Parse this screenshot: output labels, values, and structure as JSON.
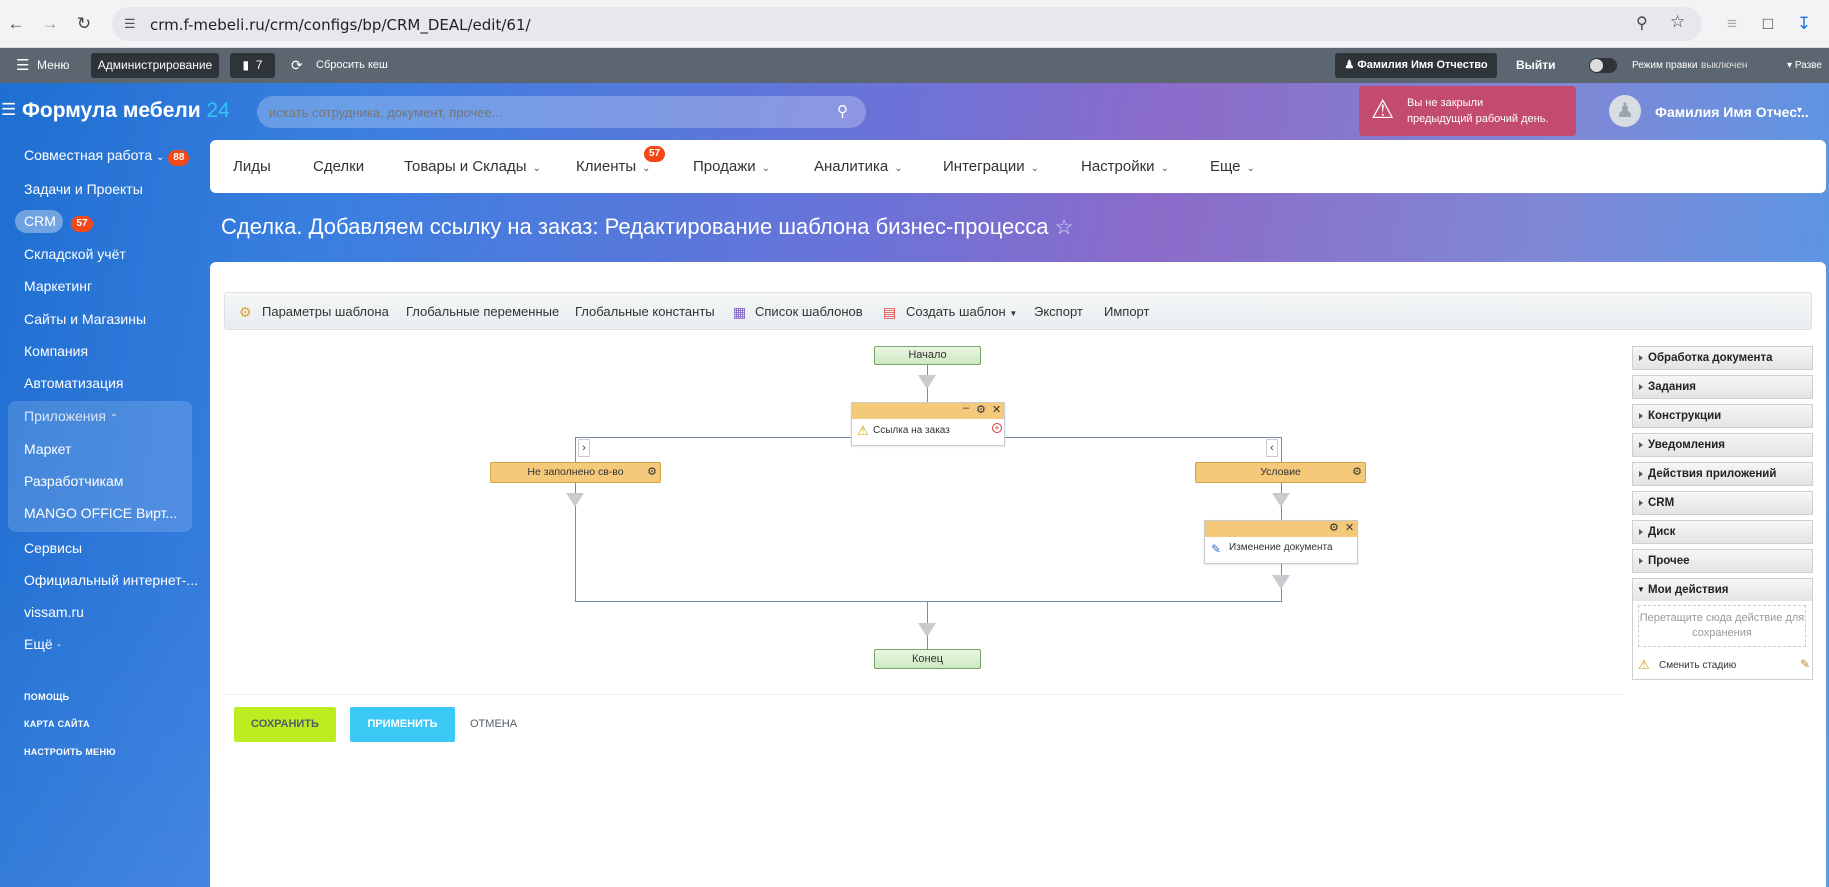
{
  "browser": {
    "url": "crm.f-mebeli.ru/crm/configs/bp/CRM_DEAL/edit/61/",
    "icons": [
      "back-icon",
      "forward-icon",
      "reload-icon",
      "site-info-icon",
      "zoom-icon",
      "bookmark-star-icon",
      "extensions-icon",
      "download-icon"
    ]
  },
  "admin_bar": {
    "menu": "Меню",
    "admin": "Администрирование",
    "notifications_count": "7",
    "reset_cache": "Сбросить кеш",
    "user": "Фамилия Имя Отчество",
    "logout": "Выйти",
    "edit_mode": "Режим правки",
    "edit_mode_state": "выключен",
    "expand": "Разве"
  },
  "header": {
    "logo": "Формула мебели",
    "logo_suffix": "24",
    "search_placeholder": "искать сотрудника, документ, прочее...",
    "notice_line1": "Вы не закрыли",
    "notice_line2": "предыдущий рабочий день.",
    "user_name": "Фамилия Имя Отчес..."
  },
  "sidebar": {
    "items": [
      {
        "label": "Совместная работа",
        "badge": "88"
      },
      {
        "label": "Задачи и Проекты"
      },
      {
        "label": "CRM",
        "badge": "57"
      },
      {
        "label": "Складской учёт"
      },
      {
        "label": "Маркетинг"
      },
      {
        "label": "Сайты и Магазины"
      },
      {
        "label": "Компания"
      },
      {
        "label": "Автоматизация"
      },
      {
        "label": "Приложения"
      },
      {
        "label": "Маркет"
      },
      {
        "label": "Разработчикам"
      },
      {
        "label": "MANGO OFFICE Вирт..."
      },
      {
        "label": "Сервисы"
      },
      {
        "label": "Официальный интернет-..."
      },
      {
        "label": "vissam.ru"
      },
      {
        "label": "Ещё ·"
      }
    ],
    "footer": [
      "ПОМОЩЬ",
      "КАРТА САЙТА",
      "НАСТРОИТЬ МЕНЮ"
    ]
  },
  "topnav": {
    "items": [
      "Лиды",
      "Сделки",
      "Товары и Склады",
      "Клиенты",
      "Продажи",
      "Аналитика",
      "Интеграции",
      "Настройки",
      "Еще"
    ],
    "clients_badge": "57"
  },
  "page": {
    "title": "Сделка. Добавляем ссылку на заказ: Редактирование шаблона бизнес-процесса"
  },
  "toolbar": {
    "params": "Параметры шаблона",
    "global_vars": "Глобальные переменные",
    "global_consts": "Глобальные константы",
    "templates_list": "Список шаблонов",
    "create_template": "Создать шаблон",
    "export": "Экспорт",
    "import": "Импорт"
  },
  "diagram": {
    "start": "Начало",
    "activity_main": "Ссылка на заказ",
    "branch_left": "Не заполнено св-во",
    "branch_right": "Условие",
    "activity_right": "Изменение документа",
    "end": "Конец"
  },
  "right_panel": {
    "groups": [
      "Обработка документа",
      "Задания",
      "Конструкции",
      "Уведомления",
      "Действия приложений",
      "CRM",
      "Диск",
      "Прочее"
    ],
    "my_actions": "Мои действия",
    "drop_hint": "Перетащите сюда действие для сохранения",
    "saved_action": "Сменить стадию"
  },
  "buttons": {
    "save": "СОХРАНИТЬ",
    "apply": "ПРИМЕНИТЬ",
    "cancel": "ОТМЕНА"
  }
}
